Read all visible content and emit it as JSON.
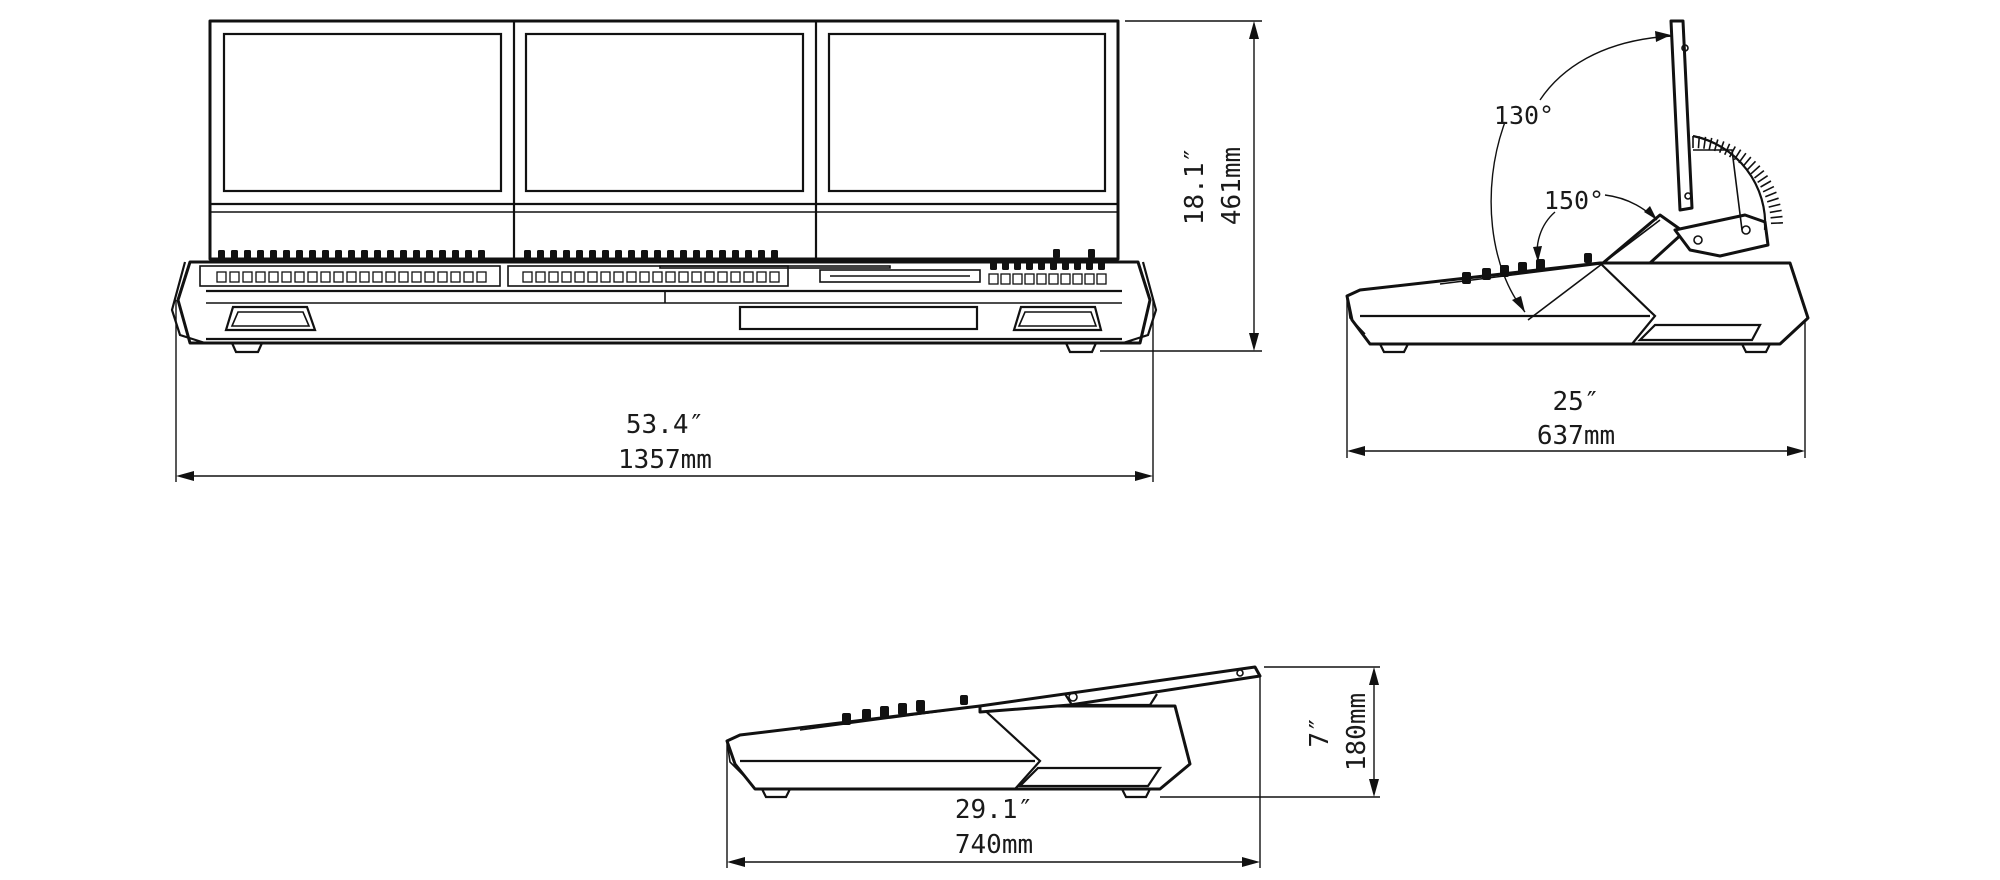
{
  "front_view": {
    "width_in": "53.4″",
    "width_mm": "1357mm",
    "height_in": "18.1″",
    "height_mm": "461mm"
  },
  "side_view_open": {
    "depth_in": "25″",
    "depth_mm": "637mm",
    "angle_max": "130°",
    "angle_min": "150°"
  },
  "side_view_closed": {
    "depth_in": "29.1″",
    "depth_mm": "740mm",
    "height_in": "7″",
    "height_mm": "180mm"
  },
  "colors": {
    "line": "#111111",
    "background": "#ffffff"
  }
}
